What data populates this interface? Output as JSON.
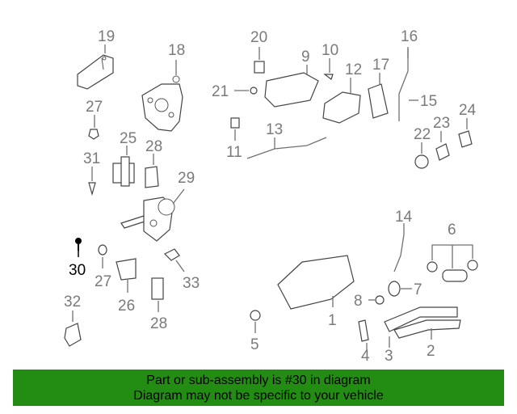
{
  "callouts": [
    {
      "id": "n1",
      "text": "1"
    },
    {
      "id": "n2",
      "text": "2"
    },
    {
      "id": "n3",
      "text": "3"
    },
    {
      "id": "n4",
      "text": "4"
    },
    {
      "id": "n5",
      "text": "5"
    },
    {
      "id": "n6",
      "text": "6"
    },
    {
      "id": "n7",
      "text": "7"
    },
    {
      "id": "n8",
      "text": "8"
    },
    {
      "id": "n9",
      "text": "9"
    },
    {
      "id": "n10",
      "text": "10"
    },
    {
      "id": "n11",
      "text": "11"
    },
    {
      "id": "n12",
      "text": "12"
    },
    {
      "id": "n13",
      "text": "13"
    },
    {
      "id": "n14",
      "text": "14"
    },
    {
      "id": "n15",
      "text": "15"
    },
    {
      "id": "n16",
      "text": "16"
    },
    {
      "id": "n17",
      "text": "17"
    },
    {
      "id": "n18",
      "text": "18"
    },
    {
      "id": "n19",
      "text": "19"
    },
    {
      "id": "n20",
      "text": "20"
    },
    {
      "id": "n21",
      "text": "21"
    },
    {
      "id": "n22",
      "text": "22"
    },
    {
      "id": "n23",
      "text": "23"
    },
    {
      "id": "n24",
      "text": "24"
    },
    {
      "id": "n25",
      "text": "25"
    },
    {
      "id": "n26",
      "text": "26"
    },
    {
      "id": "n27a",
      "text": "27"
    },
    {
      "id": "n27b",
      "text": "27"
    },
    {
      "id": "n28a",
      "text": "28"
    },
    {
      "id": "n28b",
      "text": "28"
    },
    {
      "id": "n29",
      "text": "29"
    },
    {
      "id": "n30",
      "text": "30"
    },
    {
      "id": "n31",
      "text": "31"
    },
    {
      "id": "n32",
      "text": "32"
    },
    {
      "id": "n33",
      "text": "33"
    }
  ],
  "highlight_part": "30",
  "banner": {
    "line1": "Part or sub-assembly is #30 in diagram",
    "line2": "Diagram may not be specific to your vehicle",
    "background": "#238c12"
  }
}
